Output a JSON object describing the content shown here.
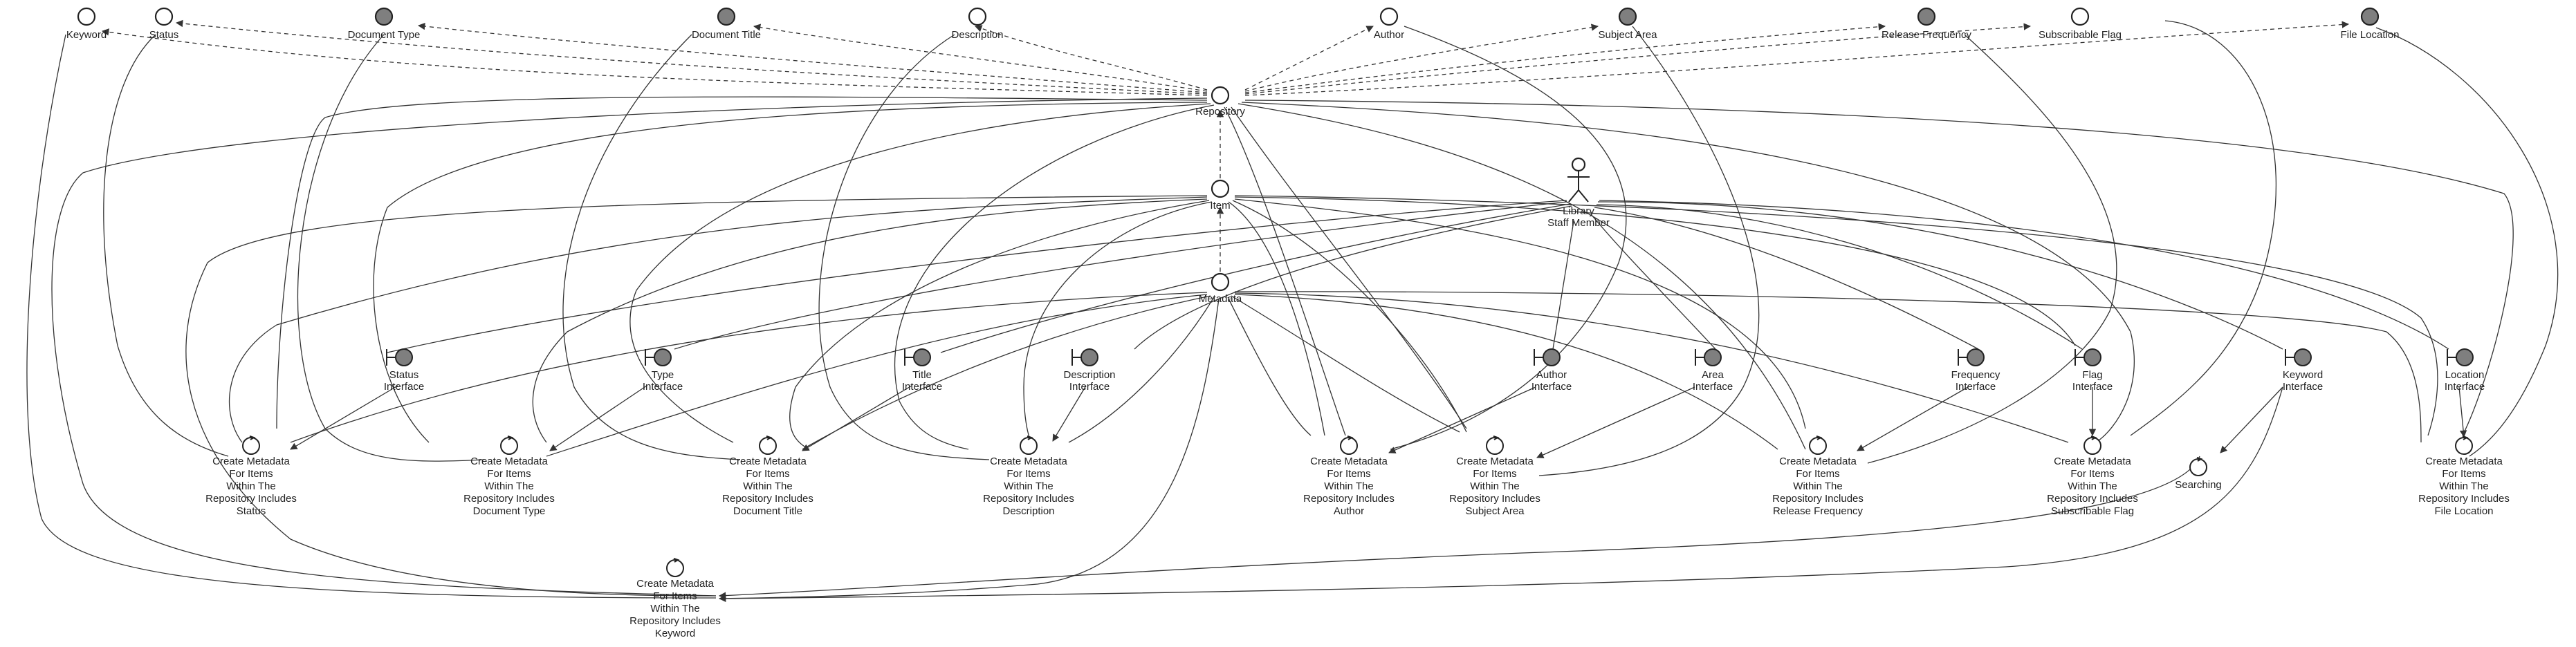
{
  "labels": {
    "keyword": "Keyword",
    "status": "Status",
    "document_type": "Document Type",
    "document_title": "Document Title",
    "description": "Description",
    "author": "Author",
    "subject_area": "Subject Area",
    "release_frequency": "Release Frequency",
    "subscribable_flag": "Subscribable Flag",
    "file_location": "File Location",
    "repository": "Repository",
    "item": "Item",
    "metadata": "Metadata",
    "actor_line1": "Library",
    "actor_line2": "Staff Member",
    "status_interface": [
      "Status",
      "Interface"
    ],
    "type_interface": [
      "Type",
      "Interface"
    ],
    "title_interface": [
      "Title",
      "Interface"
    ],
    "description_interface": [
      "Description",
      "Interface"
    ],
    "author_interface": [
      "Author",
      "Interface"
    ],
    "area_interface": [
      "Area",
      "Interface"
    ],
    "frequency_interface": [
      "Frequency",
      "Interface"
    ],
    "flag_interface": [
      "Flag",
      "Interface"
    ],
    "keyword_interface": [
      "Keyword",
      "Interface"
    ],
    "location_interface": [
      "Location",
      "Interface"
    ],
    "uc_status": [
      "Create Metadata",
      "For Items",
      "Within The",
      "Repository Includes",
      "Status"
    ],
    "uc_doctype": [
      "Create Metadata",
      "For Items",
      "Within The",
      "Repository Includes",
      "Document Type"
    ],
    "uc_doctitle": [
      "Create Metadata",
      "For Items",
      "Within The",
      "Repository Includes",
      "Document Title"
    ],
    "uc_description": [
      "Create Metadata",
      "For Items",
      "Within The",
      "Repository Includes",
      "Description"
    ],
    "uc_author": [
      "Create Metadata",
      "For Items",
      "Within The",
      "Repository Includes",
      "Author"
    ],
    "uc_subject": [
      "Create Metadata",
      "For Items",
      "Within The",
      "Repository Includes",
      "Subject Area"
    ],
    "uc_frequency": [
      "Create Metadata",
      "For Items",
      "Within The",
      "Repository Includes",
      "Release Frequency"
    ],
    "uc_flag": [
      "Create Metadata",
      "For Items",
      "Within The",
      "Repository Includes",
      "Subscribable Flag"
    ],
    "uc_location": [
      "Create Metadata",
      "For Items",
      "Within The",
      "Repository Includes",
      "File Location"
    ],
    "searching": "Searching",
    "uc_keyword": [
      "Create Metadata",
      "For Items",
      "Within The",
      "Repository Includes",
      "Keyword"
    ]
  }
}
